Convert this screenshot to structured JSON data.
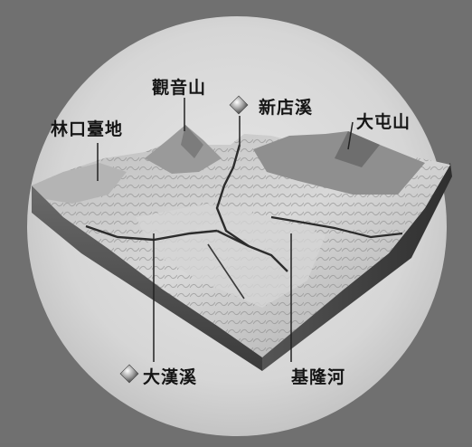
{
  "labels": {
    "linkou": "林口臺地",
    "guanyin": "觀音山",
    "xindian": "新店溪",
    "datun": "大屯山",
    "dahan": "大漢溪",
    "keelung": "基隆河"
  },
  "colors": {
    "frame_background": "#6f6f6f",
    "disc": "#d9d9d9",
    "terrain_light": "#cfcfcf",
    "terrain_dark": "#4a4a4a",
    "river": "#2c2c2c",
    "label_text": "#151515"
  },
  "icons": {
    "river_marker": "diamond-orb-icon"
  }
}
